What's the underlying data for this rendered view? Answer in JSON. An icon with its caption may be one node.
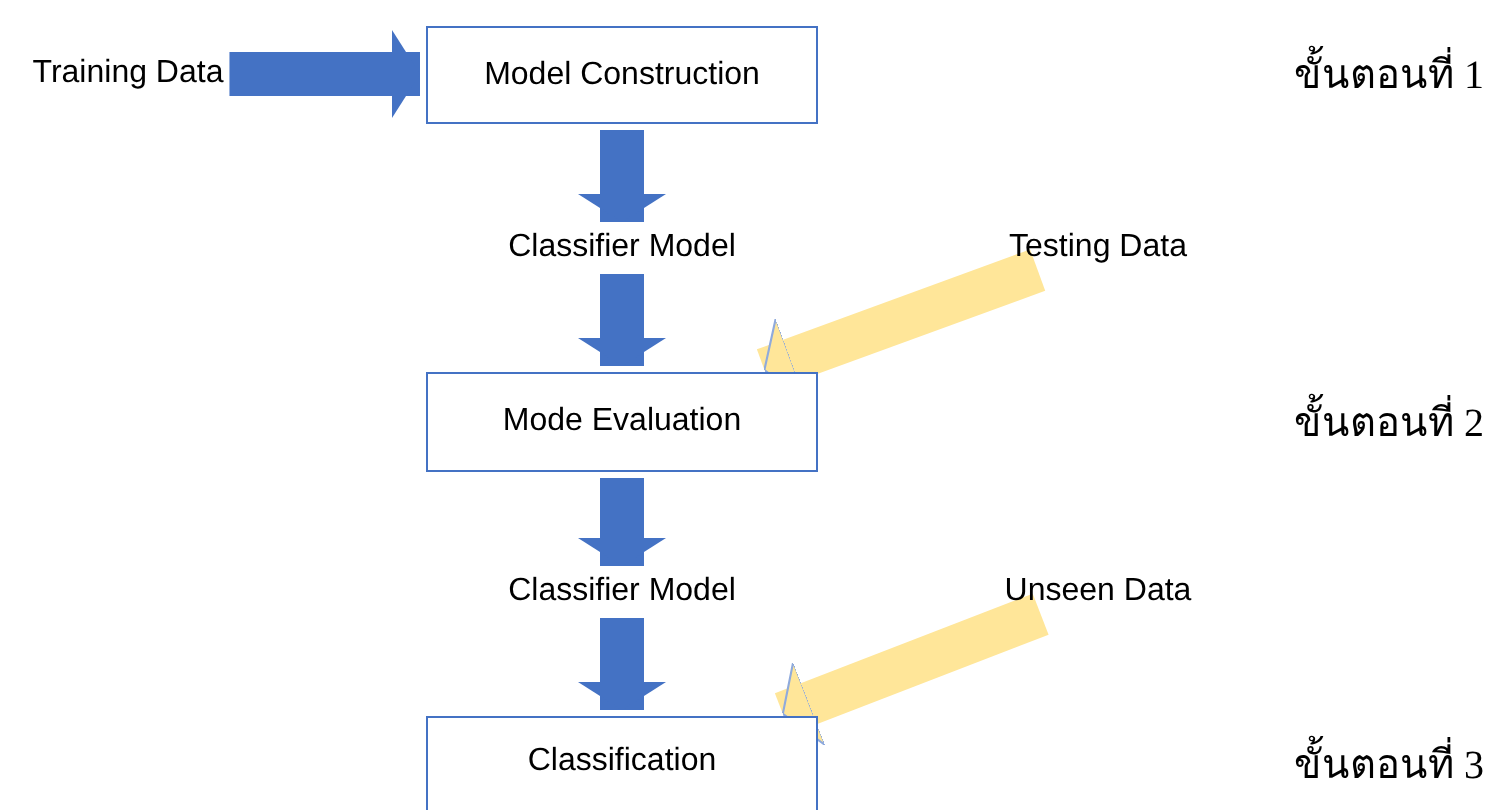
{
  "diagram": {
    "nodes": [
      {
        "text": [
          "Training Data"
        ]
      },
      {
        "text": [
          "Model Construction"
        ]
      },
      {
        "text": [
          "Classifier Model"
        ]
      },
      {
        "text": [
          "Testing Data"
        ]
      },
      {
        "text": [
          "Mode Evaluation"
        ]
      },
      {
        "text": [
          "Classifier Model"
        ]
      },
      {
        "text": [
          "Unseen Data"
        ]
      },
      {
        "text": [
          "Classification"
        ]
      }
    ],
    "edges": [
      {
        "from": 0,
        "to": 1,
        "arrow": "to"
      },
      {
        "from": 1,
        "to": 2,
        "arrow": "to"
      },
      {
        "from": 2,
        "to": 4,
        "arrow": "to"
      },
      {
        "from": 3,
        "to": 4,
        "arrow": "to",
        "color": "#ffe699"
      },
      {
        "from": 4,
        "to": 5,
        "arrow": "to"
      },
      {
        "from": 5,
        "to": 7,
        "arrow": "to"
      },
      {
        "from": 6,
        "to": 7,
        "arrow": "to",
        "color": "#ffe699"
      }
    ],
    "labels": [
      "ขั้นตอนที่ 1",
      "ขั้นตอนที่ 2",
      "ขั้นตอนที่ 3"
    ]
  }
}
